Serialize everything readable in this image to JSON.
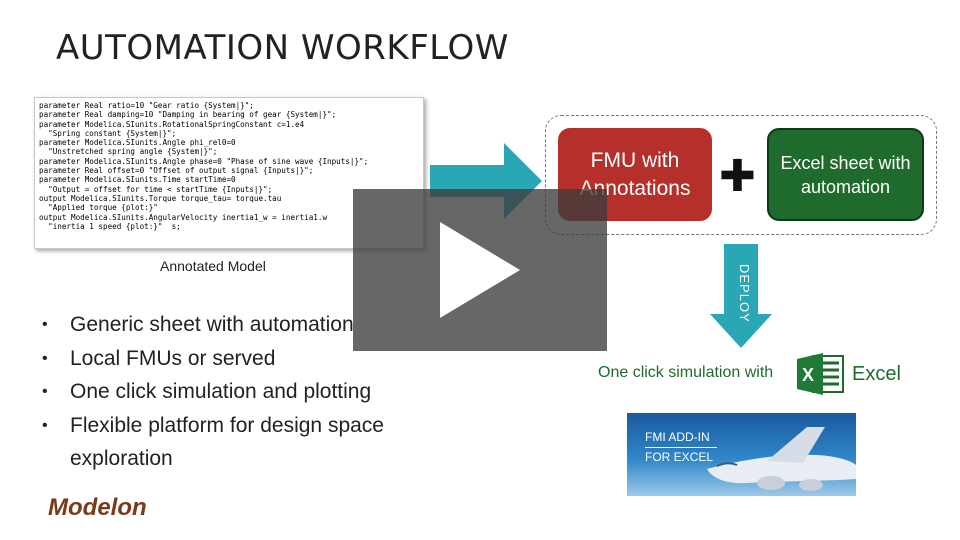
{
  "slide": {
    "title": "AUTOMATION WORKFLOW",
    "code_lines": [
      "parameter Real ratio=10 \"Gear ratio {System|}\";",
      "parameter Real damping=10 \"Damping in bearing of gear {System|}\";",
      "parameter Modelica.SIunits.RotationalSpringConstant c=1.e4",
      "  \"Spring constant {System|}\";",
      "parameter Modelica.SIunits.Angle phi_rel0=0",
      "  \"Unstretched spring angle {System|}\";",
      "parameter Modelica.SIunits.Angle phase=0 \"Phase of sine wave {Inputs|}\";",
      "parameter Real offset=0 \"Offset of output signal {Inputs|}\";",
      "parameter Modelica.SIunits.Time startTime=0",
      "  \"Output = offset for time < startTime {Inputs|}\";",
      "output Modelica.SIunits.Torque torque_tau= torque.tau",
      "  \"Applied torque {plot:}\"",
      "output Modelica.SIunits.AngularVelocity inertia1_w = inertia1.w",
      "  \"inertia 1 speed {plot:}\"  s;"
    ],
    "code_caption": "Annotated Model",
    "bullets": [
      "Generic sheet with automation",
      "Local FMUs or served",
      "One click simulation and plotting",
      "Flexible platform for design space exploration"
    ],
    "fmu_box": "FMU with Annotations",
    "excel_box": "Excel sheet with automation",
    "deploy_label": "DEPLOY",
    "one_click": "One click simulation with",
    "excel_word": "Excel",
    "banner_line1": "FMI ADD-IN",
    "banner_line2": "FOR EXCEL",
    "logo_text": "Modelon"
  },
  "colors": {
    "fmu_red": "#b5302a",
    "excel_green": "#1f6b2d",
    "arrow_teal": "#2aa7b4",
    "play_overlay": "#3c3c3c"
  },
  "overlay": {
    "icon": "play-icon"
  }
}
